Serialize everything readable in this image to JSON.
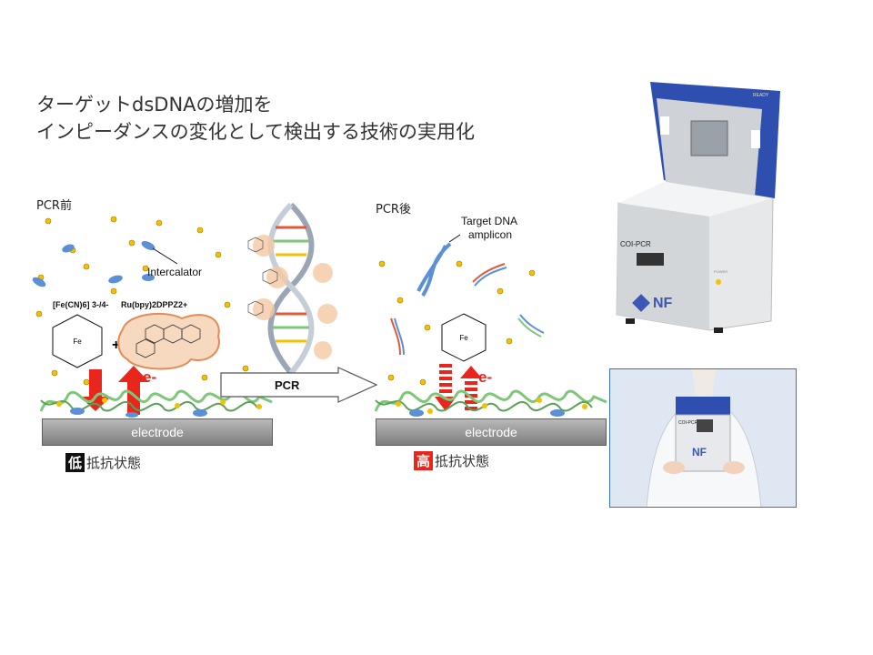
{
  "title": {
    "line1": "ターゲットdsDNAの増加を",
    "line2": "インピーダンスの変化として検出する技術の実用化"
  },
  "left_panel": {
    "label": "PCR前",
    "intercalator_label": "Intercalator",
    "ferro_formula": "[Fe(CN)6] 3-/4-",
    "ru_formula": "Ru(bpy)2DPPZ2+",
    "electron": "e-",
    "electrode": "electrode",
    "state_mark": "低",
    "state_text": "抵抗状態",
    "state_color": "#111111"
  },
  "arrow": {
    "label": "PCR"
  },
  "right_panel": {
    "label": "PCR後",
    "target_label_1": "Target DNA",
    "target_label_2": "amplicon",
    "electron": "e-",
    "electrode": "electrode",
    "state_mark": "高",
    "state_text": "抵抗状態",
    "state_color": "#e8261c"
  },
  "device": {
    "model": "COI-PCR",
    "ready": "READY",
    "power": "POWER",
    "brand": "NF"
  },
  "colors": {
    "red": "#e8261c",
    "gold": "#f2c200",
    "blue_blob": "#5b8fd6",
    "green": "#7ec77a",
    "device_blue": "#2e4fb0"
  }
}
